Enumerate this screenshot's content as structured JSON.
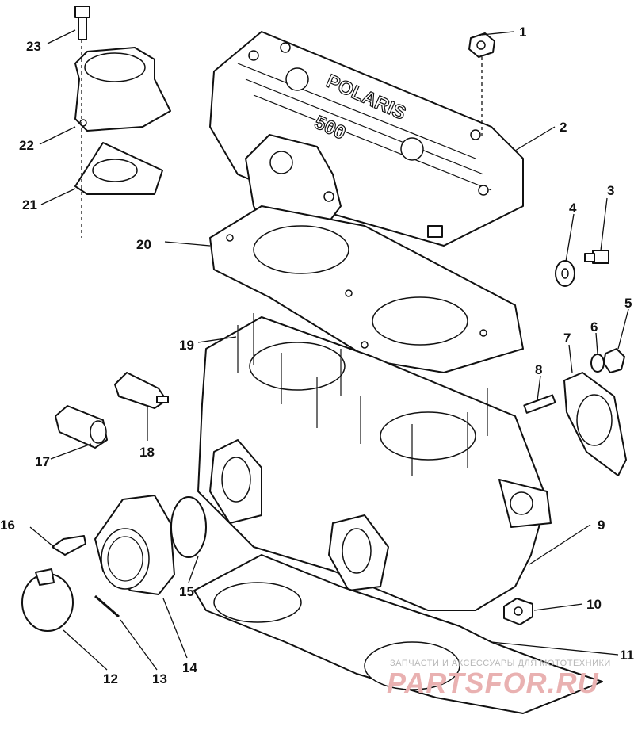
{
  "diagram": {
    "callouts": [
      {
        "id": "1",
        "label": "1"
      },
      {
        "id": "2",
        "label": "2"
      },
      {
        "id": "3",
        "label": "3"
      },
      {
        "id": "4",
        "label": "4"
      },
      {
        "id": "5",
        "label": "5"
      },
      {
        "id": "6",
        "label": "6"
      },
      {
        "id": "7",
        "label": "7"
      },
      {
        "id": "8",
        "label": "8"
      },
      {
        "id": "9",
        "label": "9"
      },
      {
        "id": "10",
        "label": "10"
      },
      {
        "id": "11",
        "label": "11"
      },
      {
        "id": "12",
        "label": "12"
      },
      {
        "id": "13",
        "label": "13"
      },
      {
        "id": "14",
        "label": "14"
      },
      {
        "id": "15",
        "label": "15"
      },
      {
        "id": "16",
        "label": "16"
      },
      {
        "id": "17",
        "label": "17"
      },
      {
        "id": "18",
        "label": "18"
      },
      {
        "id": "19",
        "label": "19"
      },
      {
        "id": "20",
        "label": "20"
      },
      {
        "id": "21",
        "label": "21"
      },
      {
        "id": "22",
        "label": "22"
      },
      {
        "id": "23",
        "label": "23"
      }
    ],
    "cover_logo": "POLARIS",
    "cover_model": "500"
  },
  "watermark": {
    "line1": "ЗАПЧАСТИ И АКСЕССУАРЫ ДЛЯ МОТОТЕХНИКИ",
    "line2": "PARTSFOR.RU"
  }
}
